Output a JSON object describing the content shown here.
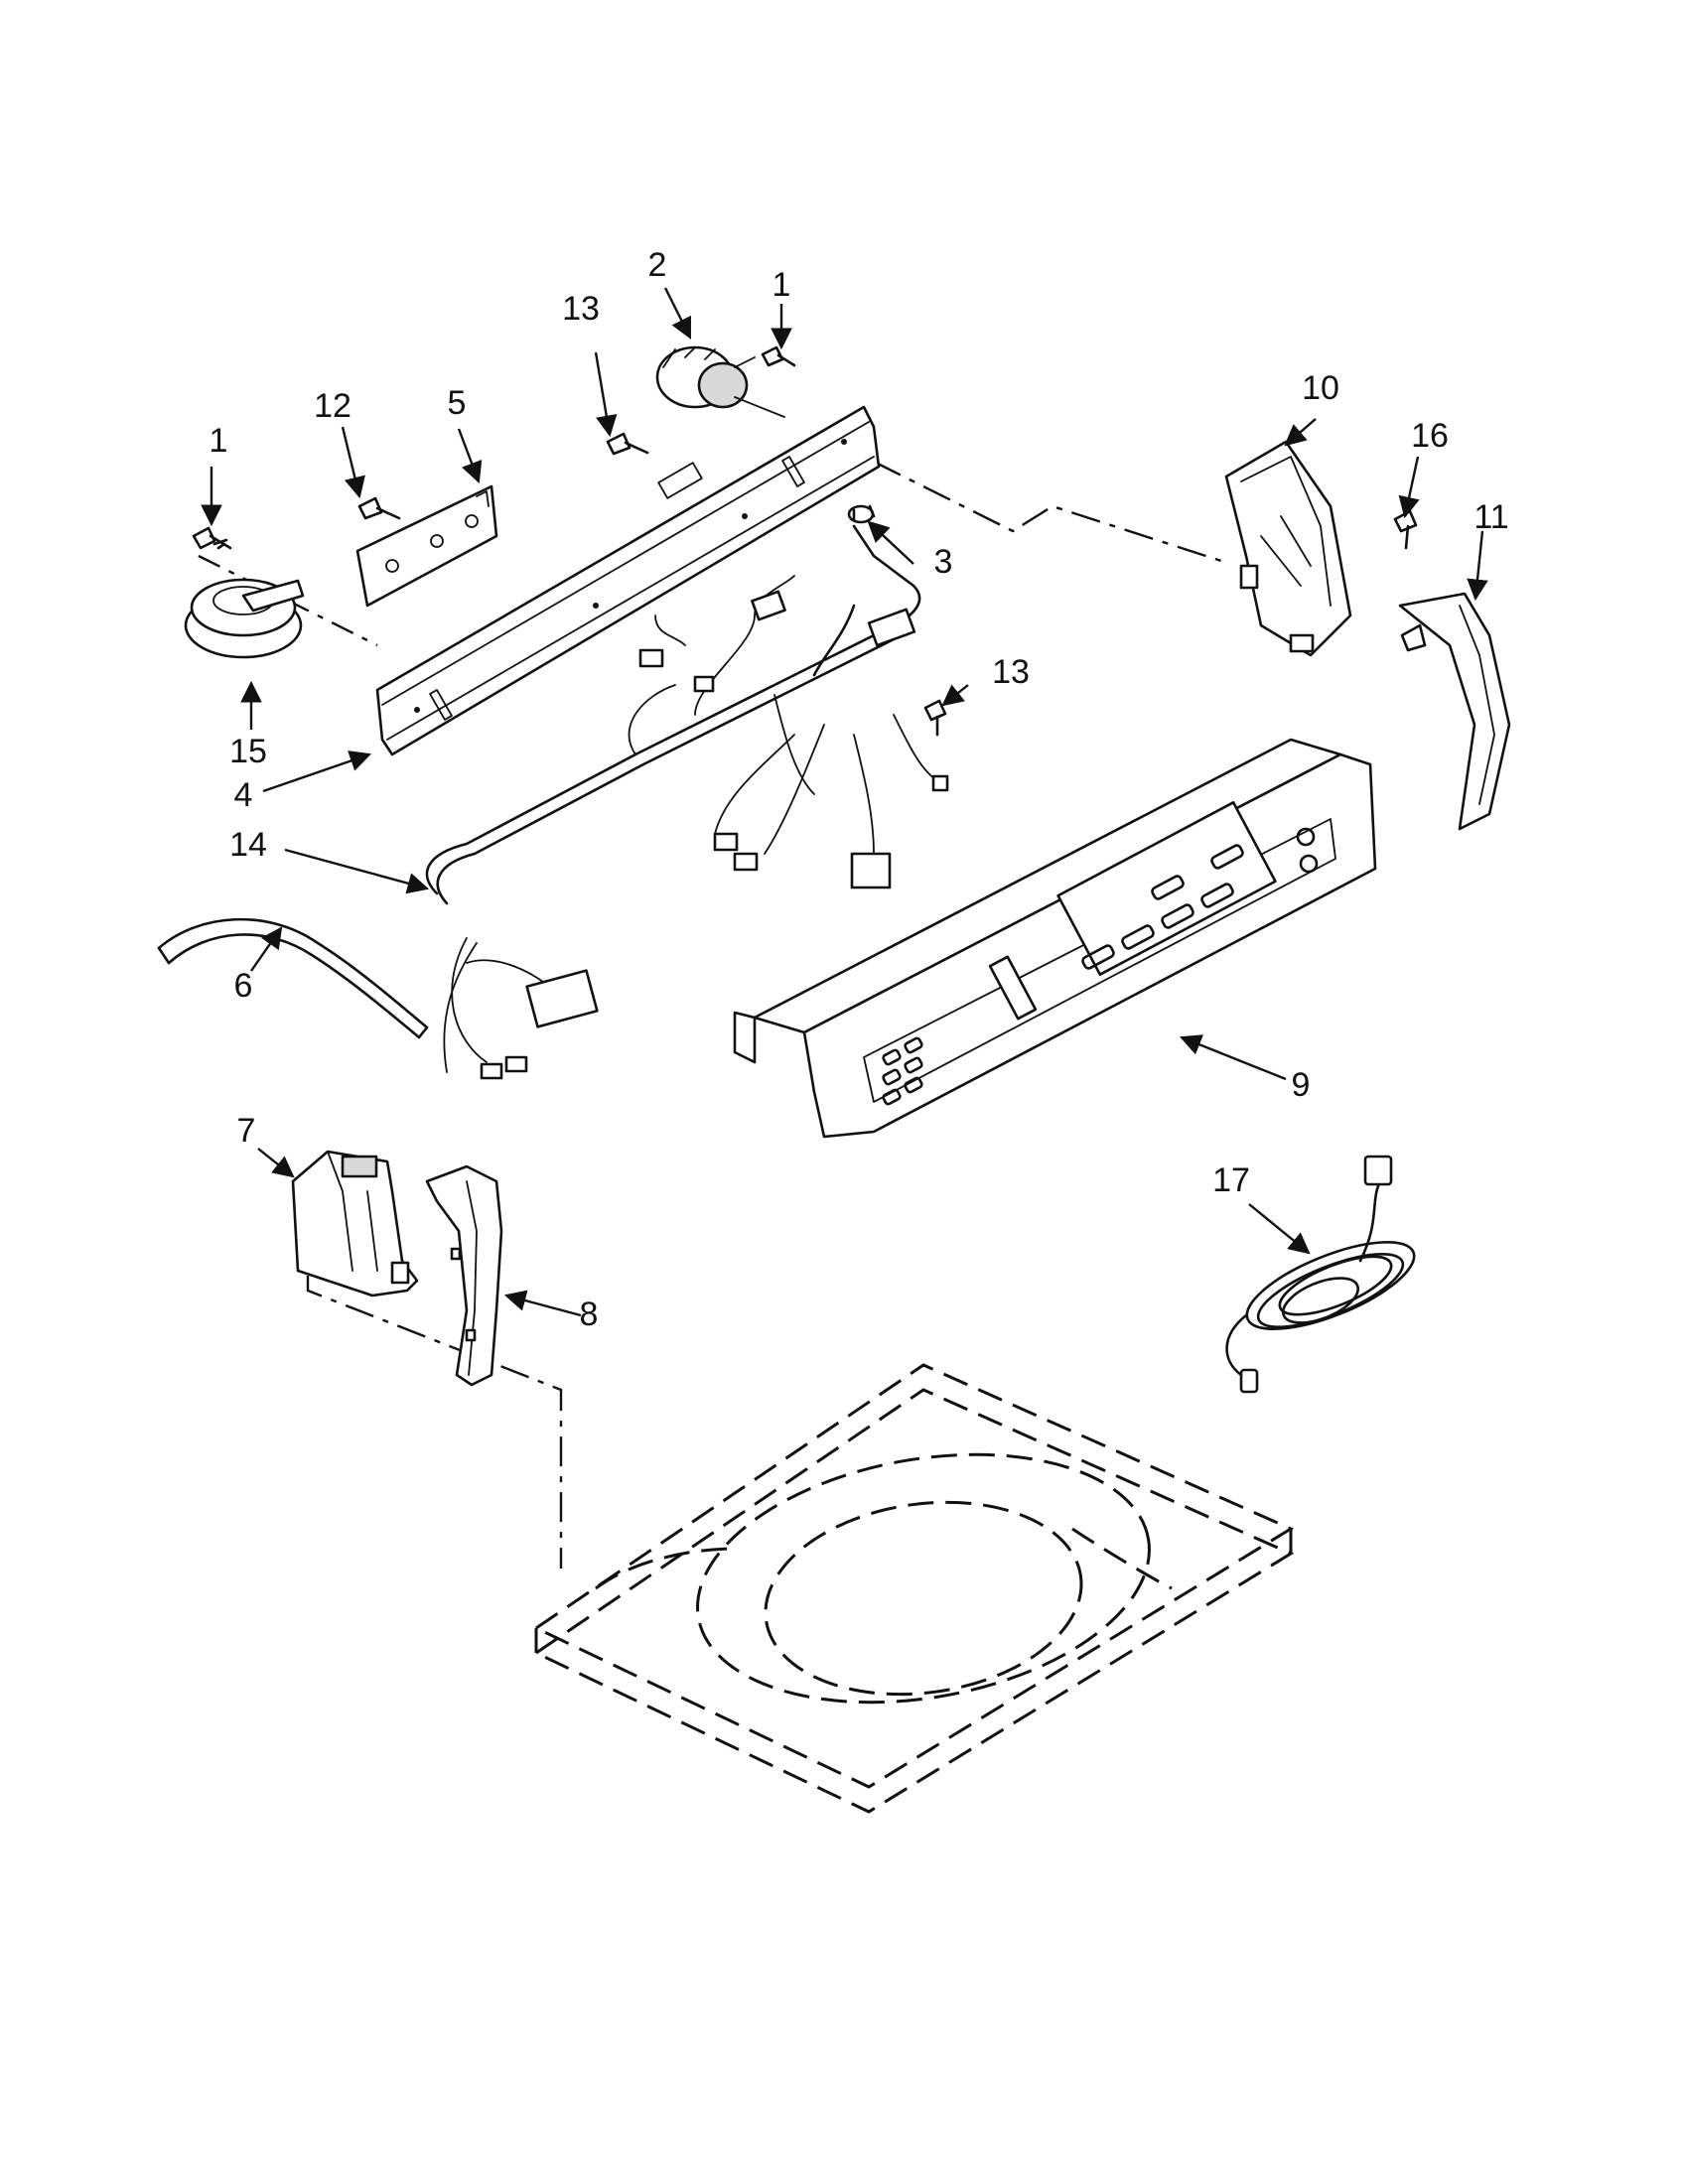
{
  "callouts": {
    "c1a": "1",
    "c1b": "1",
    "c2": "2",
    "c3": "3",
    "c4": "4",
    "c5": "5",
    "c6": "6",
    "c7": "7",
    "c8": "8",
    "c9": "9",
    "c10": "10",
    "c11": "11",
    "c12": "12",
    "c13a": "13",
    "c13b": "13",
    "c14": "14",
    "c15": "15",
    "c16": "16",
    "c17": "17"
  }
}
